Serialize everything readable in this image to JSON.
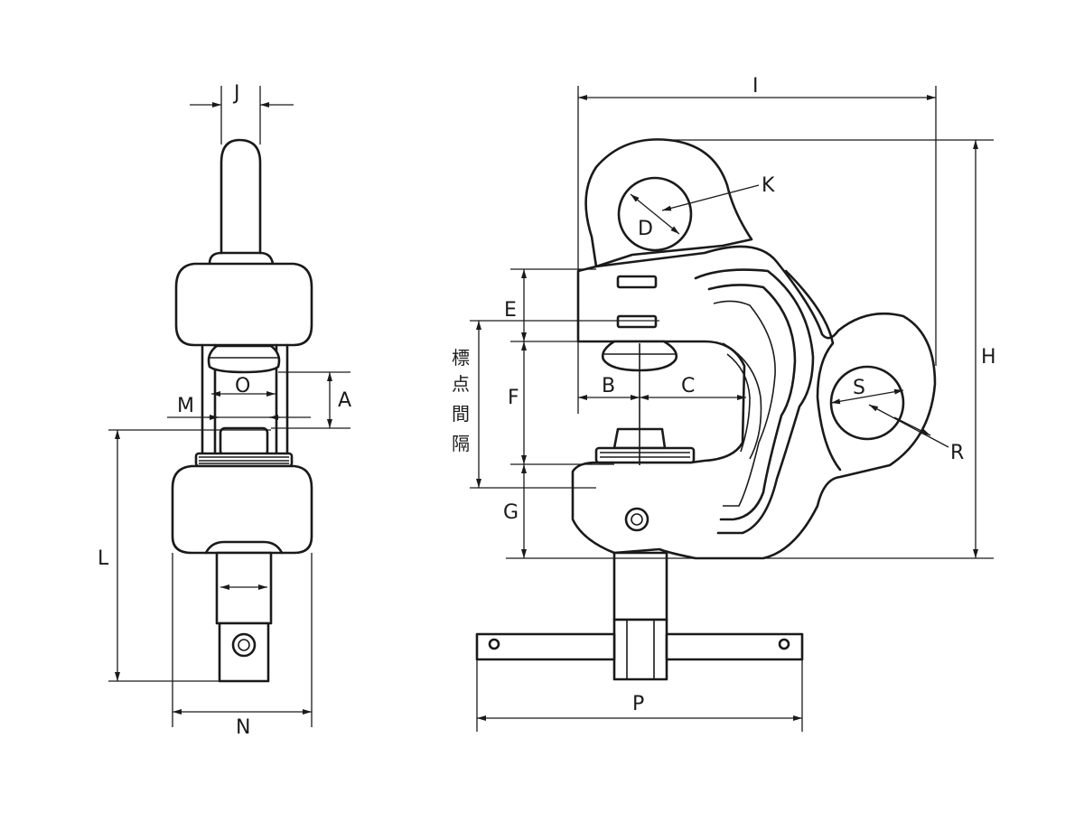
{
  "colors": {
    "ink": "#1a1a1a",
    "background": "#ffffff"
  },
  "labels": {
    "J": "J",
    "O": "O",
    "A": "A",
    "M": "M",
    "L": "L",
    "N": "N",
    "I": "I",
    "K": "K",
    "D": "D",
    "H": "H",
    "E": "E",
    "F": "F",
    "G": "G",
    "B": "B",
    "C": "C",
    "S": "S",
    "R": "R",
    "P": "P"
  },
  "vertical_note": [
    "標",
    "点",
    "間",
    "隔"
  ]
}
